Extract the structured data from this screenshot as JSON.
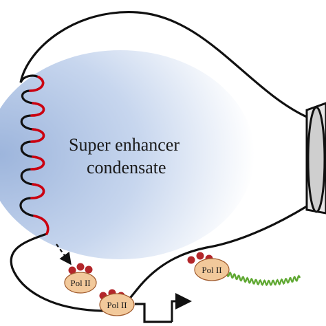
{
  "labels": {
    "condensate_line1": "Super enhancer",
    "condensate_line2": "condensate",
    "pol2_a": "Pol II",
    "pol2_b": "Pol II",
    "pol2_c": "Pol II"
  },
  "colors": {
    "condensate_core": "#9db5dc",
    "condensate_edge": "#ffffff",
    "chromatin": "#111111",
    "enhancer_loops": "#cc0010",
    "pol2_fill": "#f2c99b",
    "pol2_stroke": "#a05a2c",
    "pol2_dots": "#b3262a",
    "transcript": "#5fa832",
    "bulb_base": "#cfcfcf"
  },
  "icons": {
    "bulb_base": "lightbulb-base-icon",
    "tss_arrow": "transcription-start-arrow-icon",
    "recruit_arrow": "dashed-arrow-icon"
  }
}
